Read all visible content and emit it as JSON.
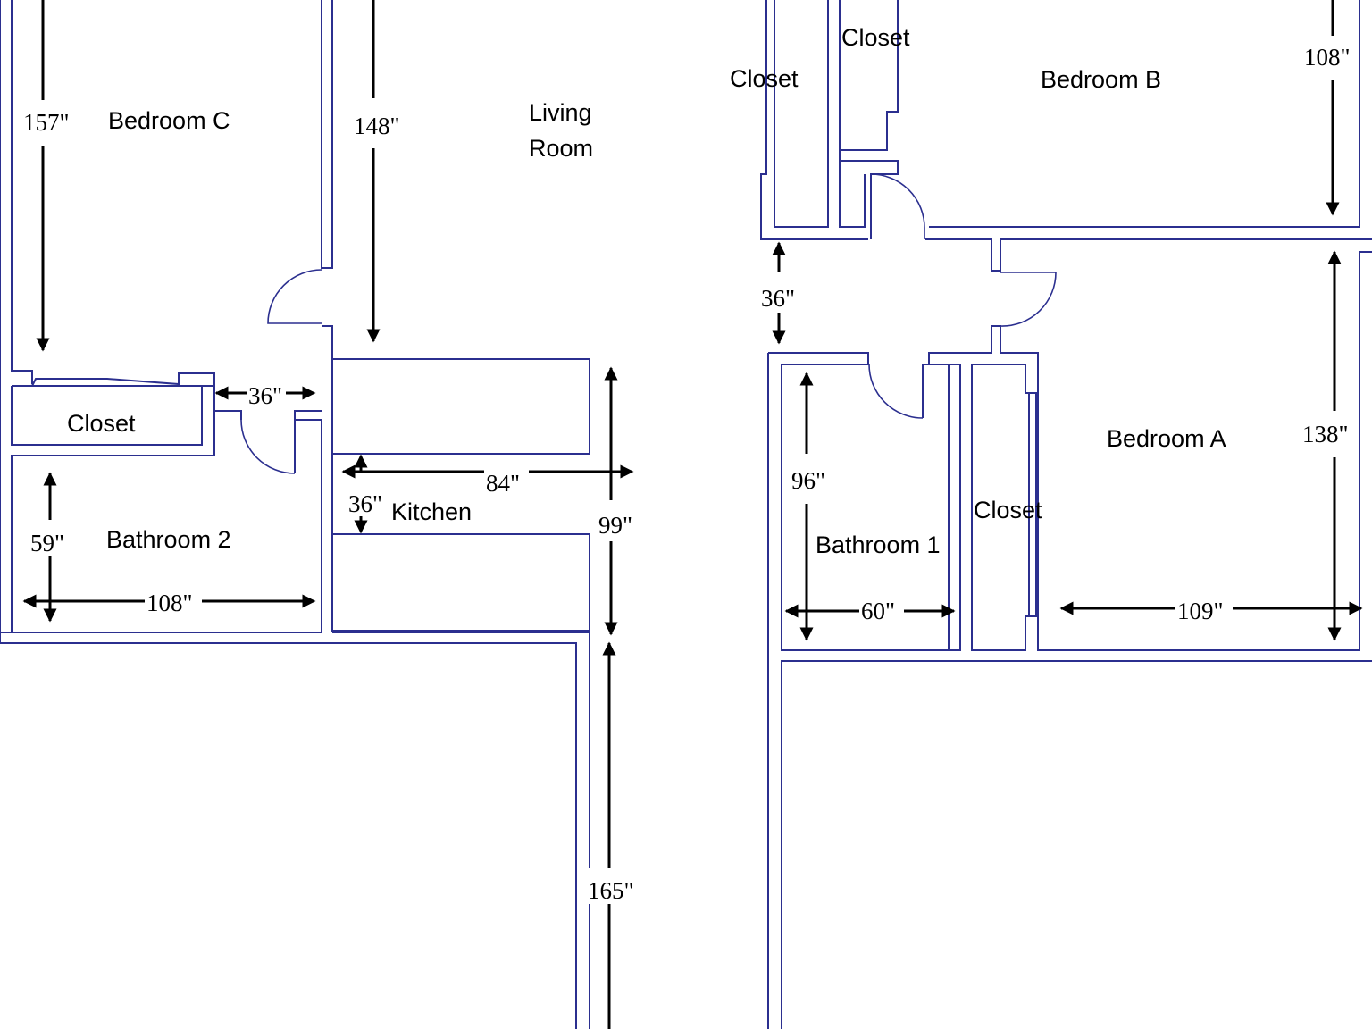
{
  "rooms": {
    "bedroom_c": "Bedroom C",
    "living_room_line1": "Living",
    "living_room_line2": "Room",
    "closet_c": "Closet",
    "bathroom_2": "Bathroom 2",
    "kitchen": "Kitchen",
    "closet_b1": "Closet",
    "closet_b2": "Closet",
    "bedroom_b": "Bedroom B",
    "bedroom_a": "Bedroom A",
    "closet_a": "Closet",
    "bathroom_1": "Bathroom 1"
  },
  "dimensions": {
    "bedroom_c_height": "157\"",
    "living_height": "148\"",
    "hall_width_left": "36\"",
    "bathroom2_height": "59\"",
    "bathroom2_width": "108\"",
    "kitchen_width": "84\"",
    "kitchen_gap": "36\"",
    "kitchen_height": "99\"",
    "living_lower_height": "165\"",
    "bedroom_b_height": "108\"",
    "hall_width_right": "36\"",
    "bathroom1_height": "96\"",
    "bathroom1_width": "60\"",
    "bedroom_a_height": "138\"",
    "bedroom_a_width": "109\""
  },
  "colors": {
    "wall": "#2b2f8f",
    "dimension": "#000000",
    "background": "#ffffff"
  }
}
